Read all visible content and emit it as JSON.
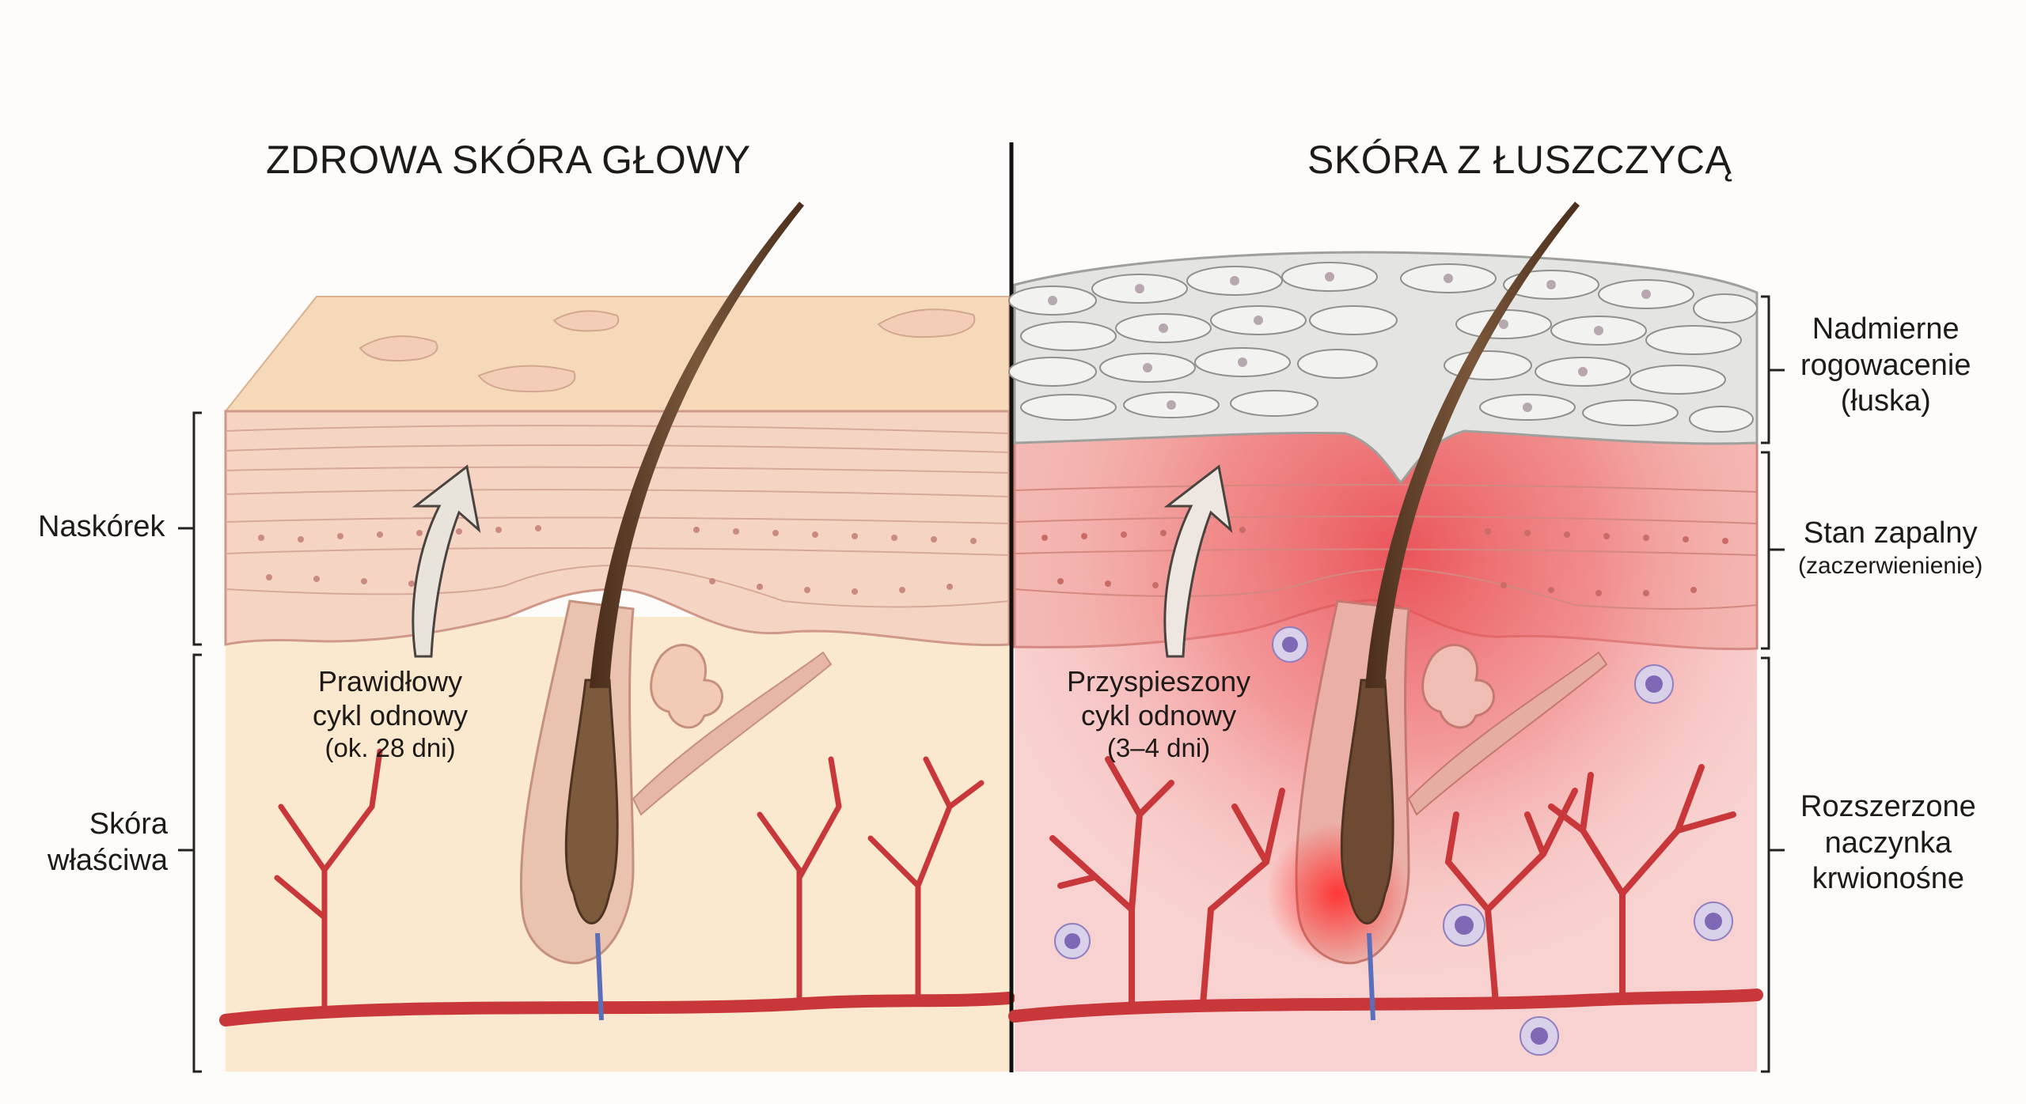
{
  "titles": {
    "left": "ZDROWA SKÓRA GŁOWY",
    "right": "SKÓRA Z ŁUSZCZYCĄ"
  },
  "left_labels": {
    "epidermis": "Naskórek",
    "dermis": [
      "Skóra",
      "właściwa"
    ]
  },
  "right_labels": {
    "scale": [
      "Nadmierne",
      "rogowacenie",
      "(łuska)"
    ],
    "inflammation": [
      "Stan zapalny",
      "(zaczerwienienie)"
    ],
    "vessels": [
      "Rozszerzone",
      "naczynka",
      "krwionośne"
    ]
  },
  "cycle_labels": {
    "healthy": [
      "Prawidłowy",
      "cykl odnowy",
      "(ok. 28 dni)"
    ],
    "psoriasis": [
      "Przyspieszony",
      "cykl odnowy",
      "(3–4 dni)"
    ]
  },
  "colors": {
    "healthy_dermis": "#fbe9cf",
    "healthy_epidermis": "#f6d4c4",
    "psoriasis_dermis": "#f8d2d0",
    "inflammation": "#e8424a",
    "scale_cells": "#ebeceb",
    "blood_vessel": "#c8383a",
    "hair": "#6a4a32"
  }
}
